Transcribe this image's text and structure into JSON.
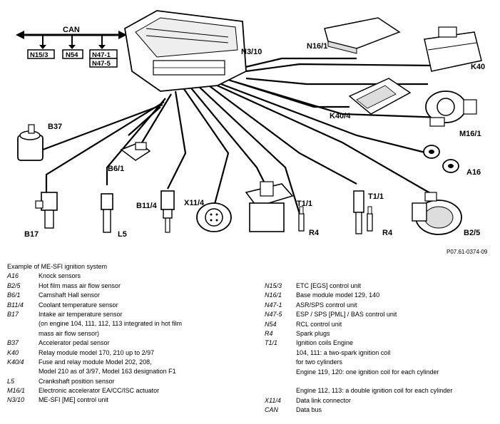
{
  "diagram": {
    "can_label": "CAN",
    "can_boxes": [
      "N15/3",
      "N54",
      "N47-1",
      "N47-5"
    ],
    "component_labels": {
      "n3_10": "N3/10",
      "n16_1": "N16/1",
      "k40": "K40",
      "k40_4": "K40/4",
      "m16_1": "M16/1",
      "b37": "B37",
      "b6_1": "B6/1",
      "a16": "A16",
      "b11_4": "B11/4",
      "x11_4": "X11/4",
      "t1_1a": "T1/1",
      "t1_1b": "T1/1",
      "r4a": "R4",
      "r4b": "R4",
      "b17": "B17",
      "l5": "L5",
      "b2_5": "B2/5"
    },
    "ref": "P07.61-0374-09"
  },
  "legend": {
    "title": "Example of ME-SFI ignition system",
    "left": [
      {
        "code": "A16",
        "lines": [
          "Knock sensors"
        ]
      },
      {
        "code": "B2/5",
        "lines": [
          "Hot film mass air flow sensor"
        ]
      },
      {
        "code": "B6/1",
        "lines": [
          "Camshaft Hall sensor"
        ]
      },
      {
        "code": "B11/4",
        "lines": [
          "Coolant temperature sensor"
        ]
      },
      {
        "code": "B17",
        "lines": [
          "Intake air temperature sensor",
          "(on engine 104, 111, 112, 113 integrated in hot film",
          "mass air flow sensor)"
        ]
      },
      {
        "code": "B37",
        "lines": [
          "Accelerator pedal sensor"
        ]
      },
      {
        "code": "K40",
        "lines": [
          "Relay module model 170, 210 up to 2/97"
        ]
      },
      {
        "code": "K40/4",
        "lines": [
          "Fuse and relay module Model 202, 208,",
          "Model 210 as of 3/97, Model 163 designation F1"
        ]
      },
      {
        "code": "L5",
        "lines": [
          "Crankshaft position sensor"
        ]
      },
      {
        "code": "M16/1",
        "lines": [
          "Electronic accelerator EA/CC/ISC actuator"
        ]
      },
      {
        "code": "N3/10",
        "lines": [
          "ME-SFI [ME] control unit"
        ]
      }
    ],
    "right": [
      {
        "code": "N15/3",
        "lines": [
          "ETC [EGS] control unit"
        ]
      },
      {
        "code": "N16/1",
        "lines": [
          "Base module model 129, 140"
        ]
      },
      {
        "code": "N47-1",
        "lines": [
          "ASR/SPS control unit"
        ]
      },
      {
        "code": "N47-5",
        "lines": [
          "ESP / SPS [PML] / BAS control unit"
        ]
      },
      {
        "code": "N54",
        "lines": [
          "RCL control unit"
        ]
      },
      {
        "code": "R4",
        "lines": [
          "Spark plugs"
        ]
      },
      {
        "code": "T1/1",
        "lines": [
          "Ignition coils Engine",
          "104, 111: a two-spark ignition coil",
          "for two cylinders",
          "Engine 119, 120: one ignition coil for each cylinder",
          "",
          "Engine 112, 113: a double ignition coil for each cylinder"
        ]
      },
      {
        "code": "X11/4",
        "lines": [
          "Data link connector"
        ]
      },
      {
        "code": "CAN",
        "lines": [
          "Data bus"
        ]
      }
    ]
  }
}
